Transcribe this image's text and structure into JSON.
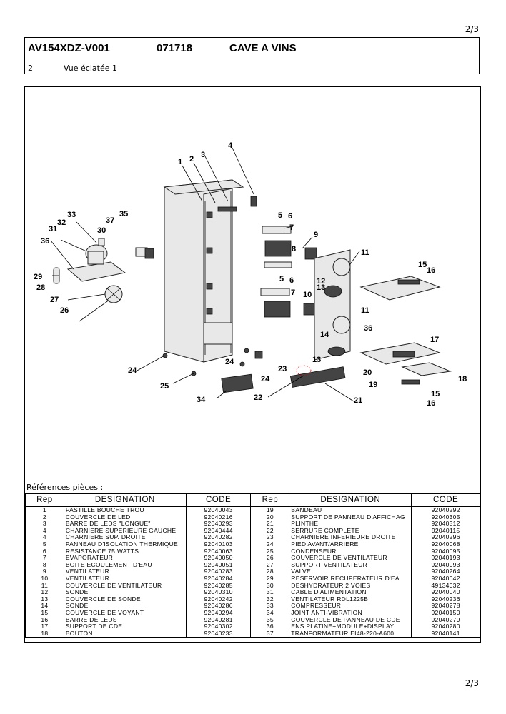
{
  "page_number": "2/3",
  "header": {
    "model": "AV154XDZ-V001",
    "code": "071718",
    "product": "CAVE A VINS",
    "section_num": "2",
    "section_title": "Vue éclatée 1"
  },
  "diagram": {
    "labels": [
      "1",
      "2",
      "3",
      "4",
      "5",
      "6",
      "7",
      "8",
      "9",
      "11",
      "15",
      "16",
      "5",
      "6",
      "7",
      "10",
      "12",
      "13",
      "11",
      "14",
      "36",
      "17",
      "20",
      "18",
      "19",
      "15",
      "16",
      "13",
      "21",
      "22",
      "23",
      "24",
      "24",
      "24",
      "25",
      "34",
      "33",
      "32",
      "31",
      "36",
      "37",
      "35",
      "30",
      "29",
      "28",
      "27",
      "26"
    ]
  },
  "references": {
    "title": "Références pièces  :",
    "headers": {
      "rep": "Rep",
      "designation": "DESIGNATION",
      "code": "CODE"
    },
    "left": [
      {
        "rep": "1",
        "designation": "PASTILLE BOUCHE TROU",
        "code": "92040043"
      },
      {
        "rep": "2",
        "designation": "COUVERCLE DE LED",
        "code": "92040216"
      },
      {
        "rep": "3",
        "designation": "BARRE DE LEDS \"LONGUE\"",
        "code": "92040293"
      },
      {
        "rep": "4",
        "designation": "CHARNIERE SUPERIEURE GAUCHE",
        "code": "92040444"
      },
      {
        "rep": "4",
        "designation": "CHARNIERE SUP. DROITE",
        "code": "92040282"
      },
      {
        "rep": "5",
        "designation": "PANNEAU D'ISOLATION THERMIQUE",
        "code": "92040103"
      },
      {
        "rep": "6",
        "designation": "RESISTANCE 75 WATTS",
        "code": "92040063"
      },
      {
        "rep": "7",
        "designation": "EVAPORATEUR",
        "code": "92040050"
      },
      {
        "rep": "8",
        "designation": "BOITE ECOULEMENT D'EAU",
        "code": "92040051"
      },
      {
        "rep": "9",
        "designation": "VENTILATEUR",
        "code": "92040283"
      },
      {
        "rep": "10",
        "designation": "VENTILATEUR",
        "code": "92040284"
      },
      {
        "rep": "11",
        "designation": "COUVERCLE DE VENTILATEUR",
        "code": "92040285"
      },
      {
        "rep": "12",
        "designation": "SONDE",
        "code": "92040310"
      },
      {
        "rep": "13",
        "designation": "COUVERCLE DE SONDE",
        "code": "92040242"
      },
      {
        "rep": "14",
        "designation": "SONDE",
        "code": "92040286"
      },
      {
        "rep": "15",
        "designation": "COUVERCLE DE VOYANT",
        "code": "92040294"
      },
      {
        "rep": "16",
        "designation": "BARRE DE LEDS",
        "code": "92040281"
      },
      {
        "rep": "17",
        "designation": "SUPPORT DE CDE",
        "code": "92040302"
      },
      {
        "rep": "18",
        "designation": "BOUTON",
        "code": "92040233"
      }
    ],
    "right": [
      {
        "rep": "19",
        "designation": "BANDEAU",
        "code": "92040292"
      },
      {
        "rep": "20",
        "designation": "SUPPORT DE PANNEAU D'AFFICHAG",
        "code": "92040305"
      },
      {
        "rep": "21",
        "designation": "PLINTHE",
        "code": "92040312"
      },
      {
        "rep": "22",
        "designation": "SERRURE COMPLETE",
        "code": "92040115"
      },
      {
        "rep": "23",
        "designation": "CHARNIERE INFERIEURE DROITE",
        "code": "92040296"
      },
      {
        "rep": "24",
        "designation": "PIED AVANT/ARRIERE",
        "code": "92040068"
      },
      {
        "rep": "25",
        "designation": "CONDENSEUR",
        "code": "92040095"
      },
      {
        "rep": "26",
        "designation": "COUVERCLE DE VENTILATEUR",
        "code": "92040193"
      },
      {
        "rep": "27",
        "designation": "SUPPORT VENTILATEUR",
        "code": "92040093"
      },
      {
        "rep": "28",
        "designation": "VALVE",
        "code": "92040264"
      },
      {
        "rep": "29",
        "designation": "RESERVOIR RECUPERATEUR D'EA",
        "code": "92040042"
      },
      {
        "rep": "30",
        "designation": "DESHYDRATEUR 2 VOIES",
        "code": "49134032"
      },
      {
        "rep": "31",
        "designation": "CABLE D'ALIMENTATION",
        "code": "92040040"
      },
      {
        "rep": "32",
        "designation": "VENTILATEUR RDL1225B",
        "code": "92040236"
      },
      {
        "rep": "33",
        "designation": "COMPRESSEUR",
        "code": "92040278"
      },
      {
        "rep": "34",
        "designation": "JOINT ANTI-VIBRATION",
        "code": "92040150"
      },
      {
        "rep": "35",
        "designation": "COUVERCLE DE PANNEAU DE CDE",
        "code": "92040279"
      },
      {
        "rep": "36",
        "designation": "ENS.PLATINE+MODULE+DISPLAY",
        "code": "92040280"
      },
      {
        "rep": "37",
        "designation": "TRANFORMATEUR EI48-220-A600",
        "code": "92040141"
      }
    ]
  }
}
